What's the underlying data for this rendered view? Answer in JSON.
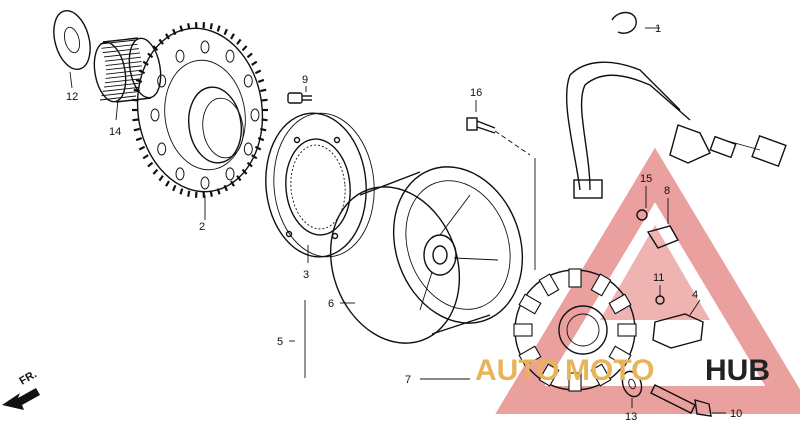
{
  "diagram": {
    "parts": [
      {
        "id": "part-1",
        "label": "1"
      },
      {
        "id": "part-2",
        "label": "2"
      },
      {
        "id": "part-3",
        "label": "3"
      },
      {
        "id": "part-4",
        "label": "4"
      },
      {
        "id": "part-5",
        "label": "5"
      },
      {
        "id": "part-6",
        "label": "6"
      },
      {
        "id": "part-7",
        "label": "7"
      },
      {
        "id": "part-8",
        "label": "8"
      },
      {
        "id": "part-9",
        "label": "9"
      },
      {
        "id": "part-10",
        "label": "10"
      },
      {
        "id": "part-11",
        "label": "11"
      },
      {
        "id": "part-12",
        "label": "12"
      },
      {
        "id": "part-13",
        "label": "13"
      },
      {
        "id": "part-14",
        "label": "14"
      },
      {
        "id": "part-15",
        "label": "15"
      },
      {
        "id": "part-16",
        "label": "16"
      }
    ],
    "direction_label": "FR.",
    "watermark": {
      "part1": "AUTO",
      "part2": "MOTO",
      "part3": "HUB",
      "color_main": "#e8b45a",
      "color_accent": "#222222",
      "color_triangle": "#d9534f"
    }
  }
}
